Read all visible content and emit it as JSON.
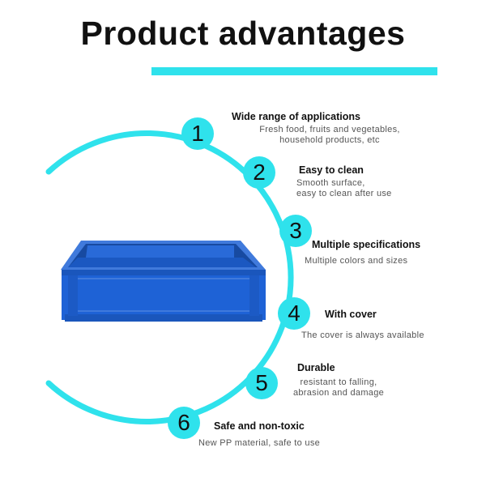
{
  "header": {
    "title": "Product advantages"
  },
  "colors": {
    "accent": "#2fe2ec",
    "crate": "#1e62d6",
    "text": "#111111",
    "muted": "#555555"
  },
  "advantages": [
    {
      "number": "1",
      "title": "Wide range of applications",
      "desc": [
        "Fresh food, fruits and vegetables,",
        "household products, etc"
      ]
    },
    {
      "number": "2",
      "title": "Easy to clean",
      "desc": [
        "Smooth surface,",
        "easy to clean after use"
      ]
    },
    {
      "number": "3",
      "title": "Multiple specifications",
      "desc": [
        "Multiple colors and sizes"
      ]
    },
    {
      "number": "4",
      "title": "With cover",
      "desc": [
        "The cover is always available"
      ]
    },
    {
      "number": "5",
      "title": "Durable",
      "desc": [
        "resistant to falling,",
        "abrasion and damage"
      ]
    },
    {
      "number": "6",
      "title": "Safe and non-toxic",
      "desc": [
        "New PP material, safe to use"
      ]
    }
  ]
}
